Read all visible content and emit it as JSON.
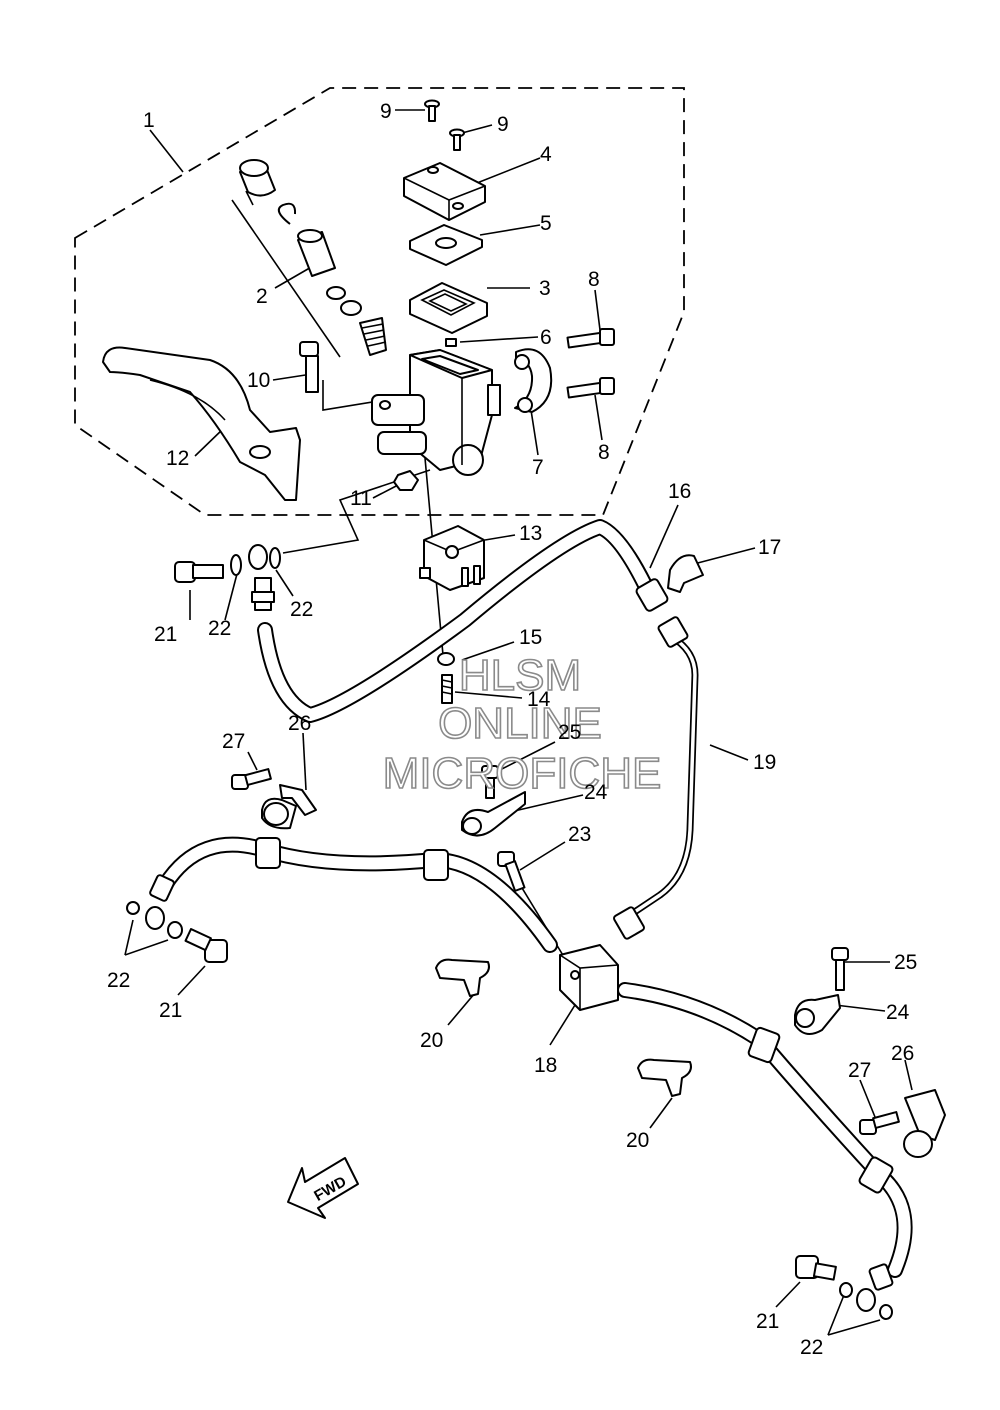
{
  "diagram": {
    "callouts": [
      {
        "id": "c1",
        "label": "1"
      },
      {
        "id": "c2",
        "label": "2"
      },
      {
        "id": "c3",
        "label": "3"
      },
      {
        "id": "c4",
        "label": "4"
      },
      {
        "id": "c5",
        "label": "5"
      },
      {
        "id": "c6",
        "label": "6"
      },
      {
        "id": "c7",
        "label": "7"
      },
      {
        "id": "c8a",
        "label": "8"
      },
      {
        "id": "c8b",
        "label": "8"
      },
      {
        "id": "c9a",
        "label": "9"
      },
      {
        "id": "c9b",
        "label": "9"
      },
      {
        "id": "c10",
        "label": "10"
      },
      {
        "id": "c11",
        "label": "11"
      },
      {
        "id": "c12",
        "label": "12"
      },
      {
        "id": "c13",
        "label": "13"
      },
      {
        "id": "c14",
        "label": "14"
      },
      {
        "id": "c15",
        "label": "15"
      },
      {
        "id": "c16",
        "label": "16"
      },
      {
        "id": "c17",
        "label": "17"
      },
      {
        "id": "c18",
        "label": "18"
      },
      {
        "id": "c19",
        "label": "19"
      },
      {
        "id": "c20a",
        "label": "20"
      },
      {
        "id": "c20b",
        "label": "20"
      },
      {
        "id": "c21a",
        "label": "21"
      },
      {
        "id": "c21b",
        "label": "21"
      },
      {
        "id": "c21c",
        "label": "21"
      },
      {
        "id": "c22a",
        "label": "22"
      },
      {
        "id": "c22b",
        "label": "22"
      },
      {
        "id": "c22c",
        "label": "22"
      },
      {
        "id": "c22d",
        "label": "22"
      },
      {
        "id": "c23",
        "label": "23"
      },
      {
        "id": "c24a",
        "label": "24"
      },
      {
        "id": "c24b",
        "label": "24"
      },
      {
        "id": "c25a",
        "label": "25"
      },
      {
        "id": "c25b",
        "label": "25"
      },
      {
        "id": "c26a",
        "label": "26"
      },
      {
        "id": "c26b",
        "label": "26"
      },
      {
        "id": "c27a",
        "label": "27"
      },
      {
        "id": "c27b",
        "label": "27"
      }
    ],
    "fwd_arrow": {
      "label": "FWD"
    },
    "watermark": {
      "line1": "HLSM",
      "line2": "ONLINE",
      "line3": "MICROFICHE"
    }
  }
}
